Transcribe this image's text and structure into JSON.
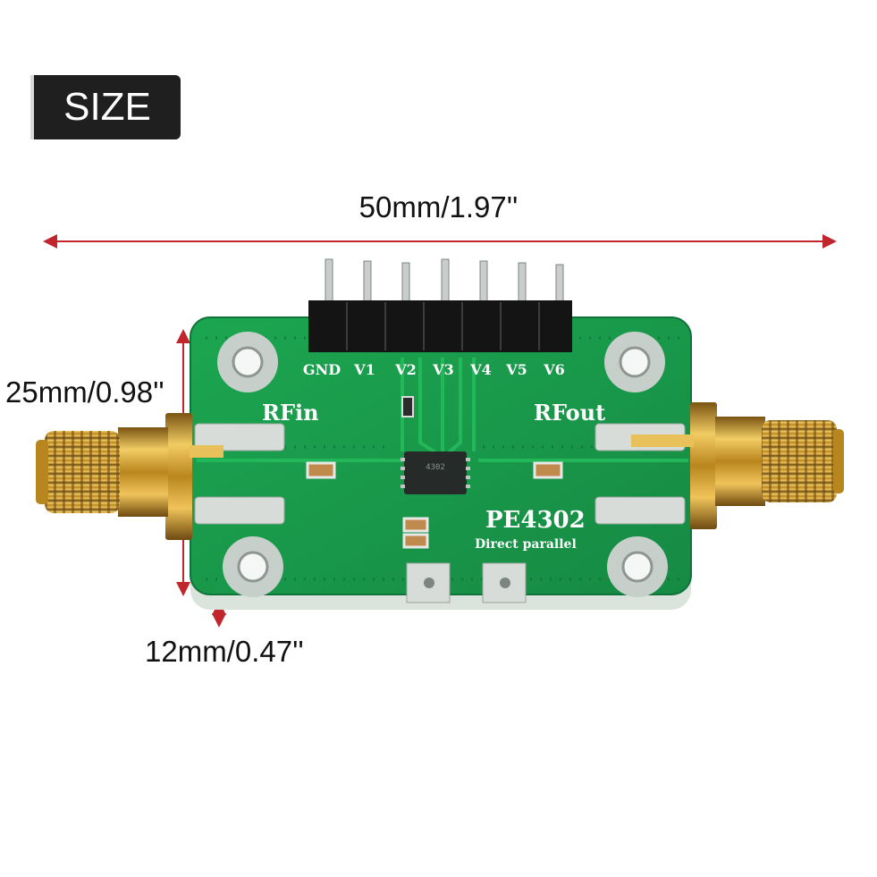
{
  "badge": {
    "label": "SIZE"
  },
  "dimensions": {
    "length": "50mm/1.97''",
    "width": "25mm/0.98''",
    "height": "12mm/0.47''"
  },
  "board": {
    "pins": [
      "GND",
      "V1",
      "V2",
      "V3",
      "V4",
      "V5",
      "V6"
    ],
    "rf_in": "RFin",
    "rf_out": "RFout",
    "model": "PE4302",
    "mode": "Direct parallel",
    "chip_marking": "4302"
  },
  "colors": {
    "pcb": "#1b9a4c",
    "dimension_line": "#c0262b",
    "gold": "#d8a328",
    "badge_bg": "#1f1f1f"
  }
}
